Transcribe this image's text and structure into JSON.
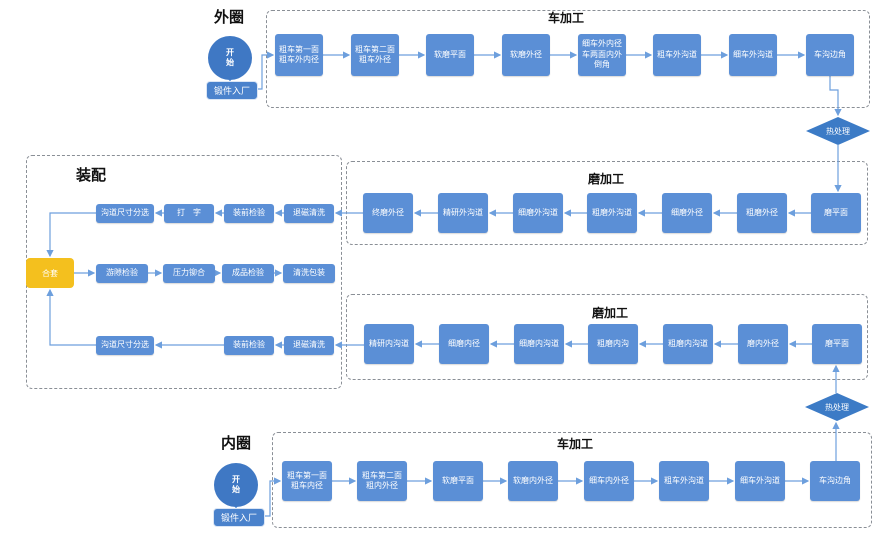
{
  "labels": {
    "outer_ring": "外圈",
    "inner_ring": "内圈",
    "assembly": "装配",
    "outer_turning": "车加工",
    "outer_grinding": "磨加工",
    "inner_grinding": "磨加工",
    "inner_turning": "车加工",
    "heat_top": "热处理",
    "heat_bottom": "热处理",
    "start_outer": "开\n始",
    "start_inner": "开\n始",
    "forging_outer": "锻件入厂",
    "forging_inner": "锻件入厂",
    "combine": "合套"
  },
  "outer_turning_steps": [
    "粗车第一面\n粗车外内径",
    "粗车第二面\n粗车外径",
    "软磨平面",
    "软磨外径",
    "细车外内径\n车两面内外\n倒角",
    "粗车外沟道",
    "细车外沟道",
    "车沟边角"
  ],
  "outer_grinding_steps": [
    "终磨外径",
    "精研外沟道",
    "细磨外沟道",
    "粗磨外沟道",
    "细磨外径",
    "粗磨外径",
    "磨平面"
  ],
  "assembly_top_steps": [
    "沟道尺寸分选",
    "打　字",
    "装前检验",
    "退磁清洗"
  ],
  "assembly_mid_steps": [
    "游隙检验",
    "压力铆合",
    "成品检验",
    "清洗包装"
  ],
  "assembly_bottom_steps": [
    "沟道尺寸分选",
    "装前检验",
    "退磁清洗"
  ],
  "inner_grinding_steps": [
    "精研内沟道",
    "细磨内径",
    "细磨内沟道",
    "粗磨内沟",
    "粗磨内沟道",
    "磨内外径",
    "磨平面"
  ],
  "inner_turning_steps": [
    "粗车第一面\n粗车内径",
    "粗车第二面\n粗内外径",
    "软磨平面",
    "软磨内外径",
    "细车内外径",
    "粗车外沟道",
    "细车外沟道",
    "车沟边角"
  ],
  "colors": {
    "box_blue": "#5b8fd6",
    "circle_blue": "#3f78c4",
    "combine_yellow": "#f4c01e",
    "arrow_blue": "#6d9fdd",
    "diamond_blue": "#3c7bc6"
  }
}
